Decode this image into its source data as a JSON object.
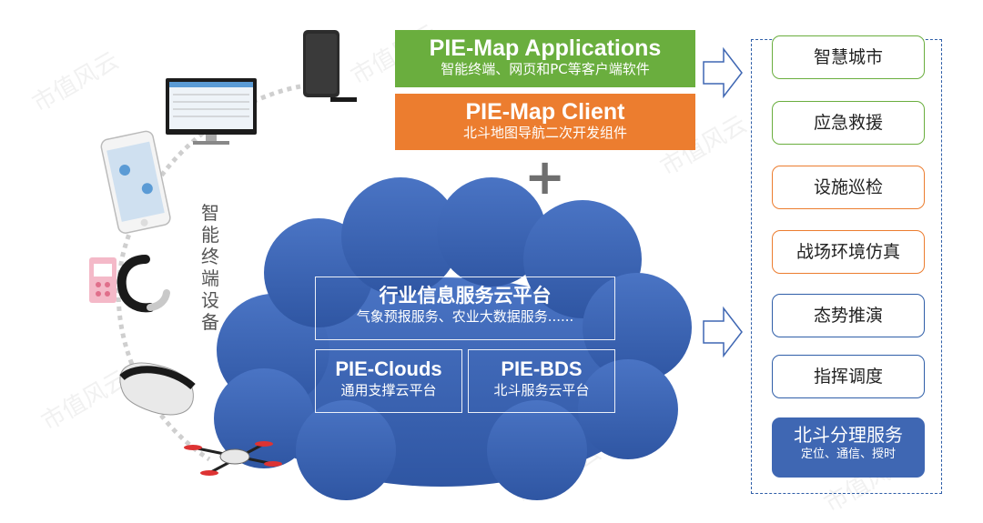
{
  "top": {
    "apps_title": "PIE-Map Applications",
    "apps_sub": "智能终端、网页和PC等客户端软件",
    "client_title": "PIE-Map Client",
    "client_sub": "北斗地图导航二次开发组件"
  },
  "plus": "+",
  "cloud": {
    "industry_title": "行业信息服务云平台",
    "industry_sub": "气象预报服务、农业大数据服务......",
    "clouds_title": "PIE-Clouds",
    "clouds_sub": "通用支撑云平台",
    "bds_title": "PIE-BDS",
    "bds_sub": "北斗服务云平台"
  },
  "devices_label": [
    "智",
    "能",
    "终",
    "端",
    "设",
    "备"
  ],
  "panel": {
    "items": [
      "智慧城市",
      "应急救援",
      "设施巡检",
      "战场环境仿真",
      "态势推演",
      "指挥调度"
    ],
    "final_title": "北斗分理服务",
    "final_sub": "定位、通信、授时"
  },
  "watermark": "市值风云",
  "colors": {
    "green": "#6aae3e",
    "orange": "#ec7d2f",
    "blue": "#2f5ea8",
    "cloud": "#3f67b3"
  }
}
